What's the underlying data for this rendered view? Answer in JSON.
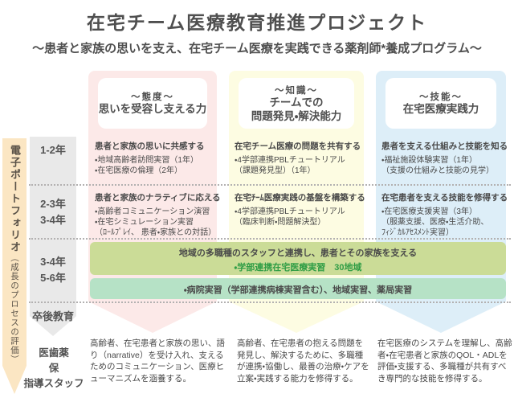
{
  "title": "在宅チーム医療教育推進プロジェクト",
  "subtitle": "〜患者と家族の思いを支え、在宅チーム医療を実践できる薬剤師*養成プログラム〜",
  "left": {
    "portfolio_label": "電子ポートフォリオ",
    "portfolio_sublabel": "（成長のプロセスの評価）",
    "years": [
      {
        "line1": "1-2年",
        "line2": ""
      },
      {
        "line1": "2-3年",
        "line2": "3-4年"
      },
      {
        "line1": "3-4年",
        "line2": "5-6年"
      },
      {
        "line1": "卒後教育",
        "line2": ""
      }
    ],
    "staff": {
      "line1": "医歯薬",
      "line2": "保",
      "line3": "指導スタッフ"
    }
  },
  "columns": [
    {
      "id": "attitude",
      "header": {
        "theme": "〜態度〜",
        "title1": "思いを受容し支える力",
        "title2": ""
      },
      "row1": {
        "goal": "患者と家族の思いに共感する",
        "lines": [
          "・地域高齢者訪問実習（1年）",
          "・在宅医療の倫理（2年）",
          ""
        ]
      },
      "row2": {
        "goal": "患者と家族のナラティブに応える",
        "lines": [
          "・高齢者コミュニケーション演習",
          "・在宅シミュレーション実習",
          "（ﾛｰﾙﾌﾟﾚｲ、 患者・家族との対話）"
        ]
      },
      "outcome": "高齢者、在宅患者と家族の思い、語り（narrative）を受け入れ、支えるためのコミュニケーション、医療ヒューマニズムを涵養する。"
    },
    {
      "id": "knowledge",
      "header": {
        "theme": "〜知識〜",
        "title1": "チームでの",
        "title2": "問題発見・解決能力"
      },
      "row1": {
        "goal": "在宅チーム医療の問題を共有する",
        "lines": [
          "・4学部連携PBLチュートリアル",
          "（課題発見型）（1年）",
          ""
        ]
      },
      "row2": {
        "goal": "在宅ﾁｰﾑ医療実践の基盤を構築する",
        "lines": [
          "・4学部連携PBLチュートリアル",
          "（臨床判断・問題解決型）",
          ""
        ]
      },
      "outcome": "高齢者、在宅患者の抱える問題を発見し、解決するために、多職種が連携・協働し、最善の治療・ケアを　立案・実践する能力を修得する。"
    },
    {
      "id": "skill",
      "header": {
        "theme": "〜技能〜",
        "title1": "在宅医療実践力",
        "title2": ""
      },
      "row1": {
        "goal": "患者を支える仕組みと技能を知る",
        "lines": [
          "・福祉施設体験実習（1年）",
          "（支援の仕組みと技能の見学）",
          ""
        ]
      },
      "row2": {
        "goal": "在宅患者を支える技能を修得する",
        "lines": [
          "・在宅医療支援実習（3年）",
          "（服薬支援、医療・生活介助、",
          "ﾌｨｼﾞｶﾙｱｾｽﾒﾝﾄ実習）"
        ]
      },
      "outcome": "在宅医療のシステムを理解し、高齢者・在宅患者と家族のQOL・ADLを評価・支援する、多職種が共有すべき専門的な技能を修得する。"
    }
  ],
  "bands": {
    "regional": {
      "line1": "地域の多職種のスタッフと連携し、患者とその家族を支える",
      "line2": "・学部連携在宅医療実習　30地域"
    },
    "hospital": {
      "line1": "・病院実習（学部連携病棟実習含む）、地域実習、薬局実習"
    }
  },
  "colors": {
    "attitude_bg": "#fce9e8",
    "knowledge_bg": "#fdfce2",
    "skill_bg": "#ddeef8",
    "regional_band_bg": "#cbdc97",
    "regional_band_accent_text": "#2f9d45",
    "hospital_band_bg": "#b6e2c6",
    "portfolio_arrow_bg": "#fbe6c3",
    "years_arrow_bg": "#e9e9e9"
  }
}
